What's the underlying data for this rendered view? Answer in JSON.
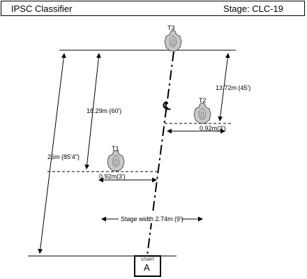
{
  "header": {
    "title": "IPSC Classifier",
    "stage": "Stage: CLC-19"
  },
  "targets": {
    "t1": "T1",
    "t2": "T2",
    "t3": "T3"
  },
  "labels": {
    "centerline": "℄",
    "t2_from_back": "13.72m (45')",
    "t1_from_back": "18.29m (60')",
    "total_depth": "26m (85'4\")",
    "t2_offset": "0.92m(3')",
    "t1_offset": "0.92m(3')",
    "stage_width": "Stage width 2.74m (9')",
    "start_caption": "START",
    "start_box_letter": "A"
  }
}
